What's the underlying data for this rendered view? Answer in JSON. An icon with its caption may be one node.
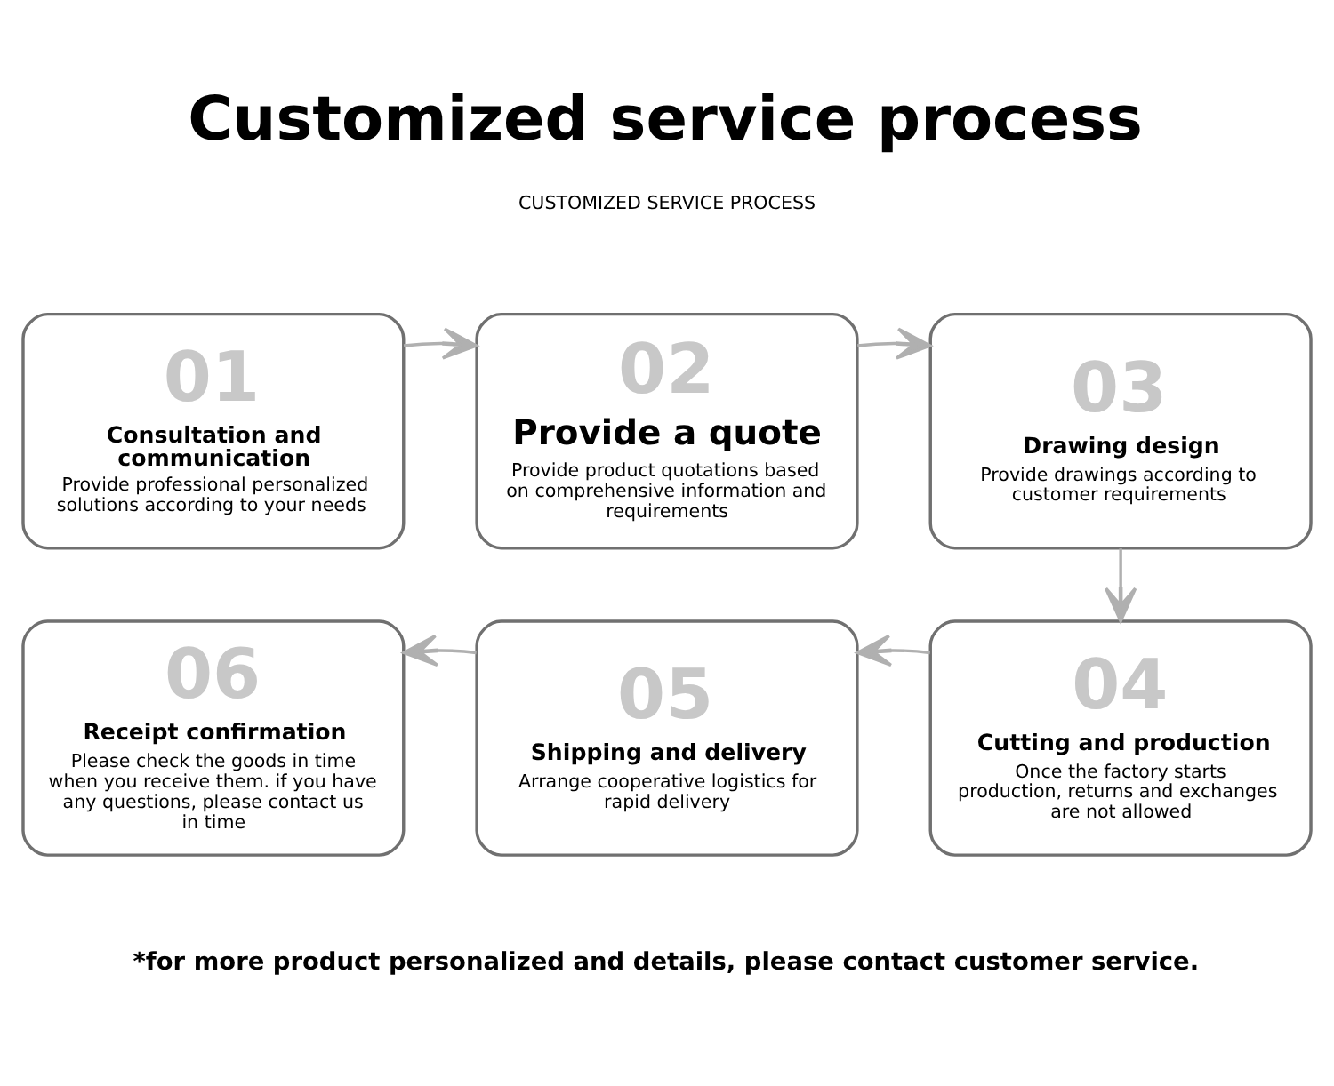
{
  "diagram": {
    "title": "Customized service process",
    "caption": "*for more product personalized and details, please contact customer service.",
    "nodes": [
      {
        "text": [
          "01",
          "Consultation and communication",
          "Provide professional personalized solutions according to your needs"
        ]
      },
      {
        "text": [
          "02",
          "Provide a quote",
          "Provide product quotations based on comprehensive information and requirements"
        ]
      },
      {
        "text": [
          "03",
          "Drawing design",
          "Provide drawings according to customer requirements"
        ]
      },
      {
        "text": [
          "04",
          "Cutting and production",
          "Once the factory starts production, returns and exchanges are not allowed"
        ]
      },
      {
        "text": [
          "05",
          "Shipping and delivery",
          "Arrange cooperative logistics for rapid delivery"
        ]
      },
      {
        "text": [
          "06",
          "Receipt confirmation",
          "Please check the goods in time when you receive them. if you have any questions, please contact us in time"
        ]
      }
    ],
    "edges": [
      {
        "from": 0,
        "to": 1,
        "arrow": "to"
      },
      {
        "from": 1,
        "to": 2,
        "arrow": "to"
      },
      {
        "from": 2,
        "to": 3,
        "arrow": "to"
      },
      {
        "from": 3,
        "to": 4,
        "arrow": "to"
      },
      {
        "from": 4,
        "to": 5,
        "arrow": "to"
      }
    ],
    "labels": [
      "CUSTOMIZED SERVICE PROCESS"
    ]
  }
}
